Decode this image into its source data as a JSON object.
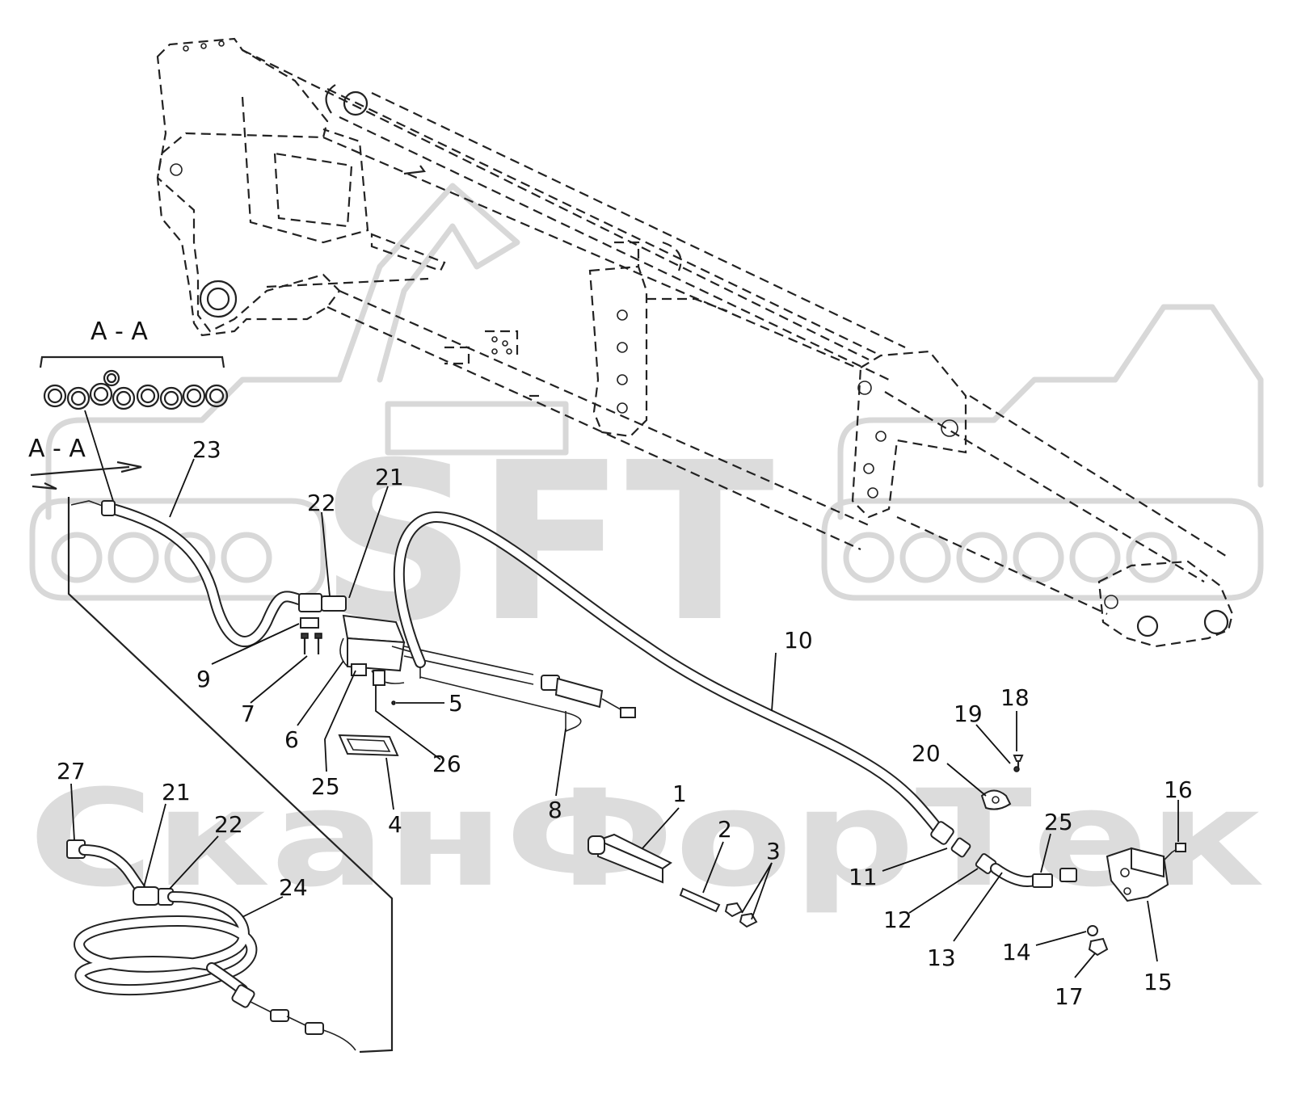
{
  "watermark": {
    "logo_text": "SFT",
    "company_text": "СканФорТек"
  },
  "section_labels": {
    "detail_title": "A - A",
    "cut_marker": "A - A"
  },
  "callouts": [
    {
      "id": "c1",
      "label": "1"
    },
    {
      "id": "c2",
      "label": "2"
    },
    {
      "id": "c3",
      "label": "3"
    },
    {
      "id": "c4",
      "label": "4"
    },
    {
      "id": "c5",
      "label": "5"
    },
    {
      "id": "c6",
      "label": "6"
    },
    {
      "id": "c7",
      "label": "7"
    },
    {
      "id": "c8",
      "label": "8"
    },
    {
      "id": "c9",
      "label": "9"
    },
    {
      "id": "c10",
      "label": "10"
    },
    {
      "id": "c11",
      "label": "11"
    },
    {
      "id": "c12",
      "label": "12"
    },
    {
      "id": "c13",
      "label": "13"
    },
    {
      "id": "c14",
      "label": "14"
    },
    {
      "id": "c15",
      "label": "15"
    },
    {
      "id": "c16",
      "label": "16"
    },
    {
      "id": "c17",
      "label": "17"
    },
    {
      "id": "c18",
      "label": "18"
    },
    {
      "id": "c19",
      "label": "19"
    },
    {
      "id": "c20",
      "label": "20"
    },
    {
      "id": "c21a",
      "label": "21"
    },
    {
      "id": "c21b",
      "label": "21"
    },
    {
      "id": "c22a",
      "label": "22"
    },
    {
      "id": "c22b",
      "label": "22"
    },
    {
      "id": "c23",
      "label": "23"
    },
    {
      "id": "c24",
      "label": "24"
    },
    {
      "id": "c25a",
      "label": "25"
    },
    {
      "id": "c25b",
      "label": "25"
    },
    {
      "id": "c26",
      "label": "26"
    },
    {
      "id": "c27",
      "label": "27"
    }
  ]
}
